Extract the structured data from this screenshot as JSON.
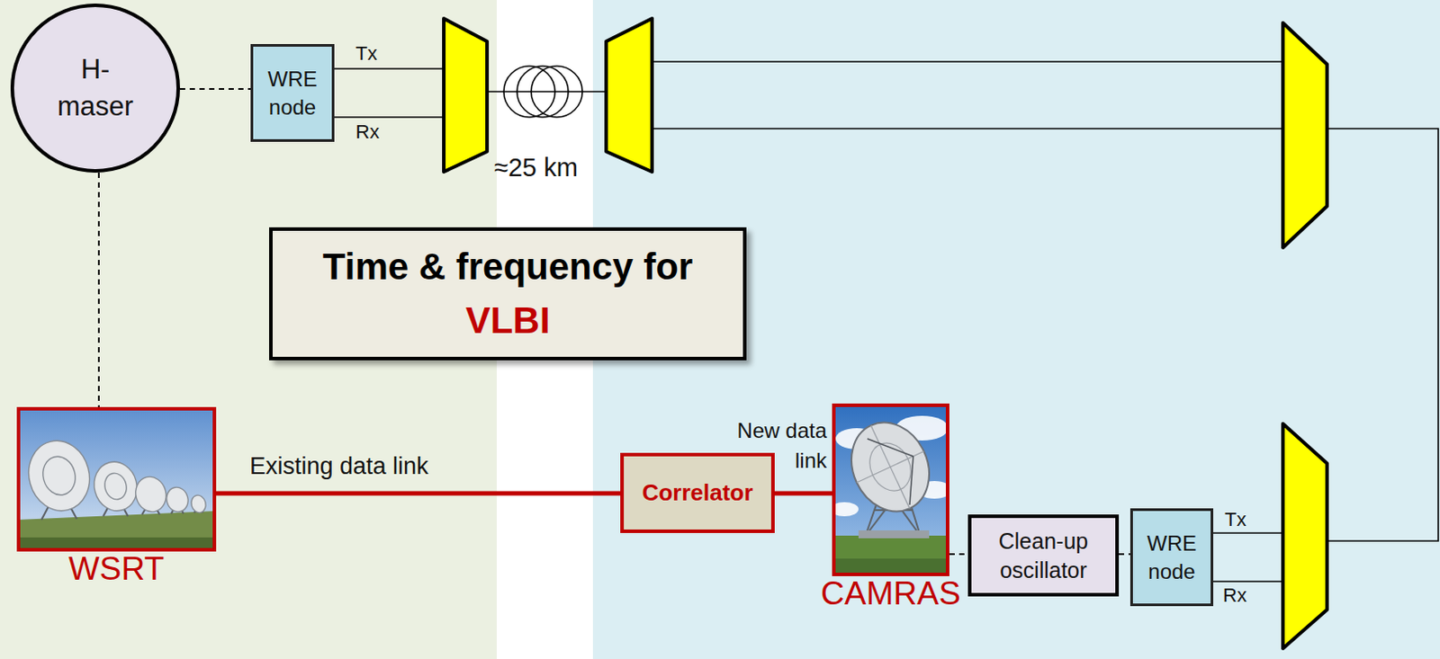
{
  "diagram": {
    "nodes": [
      {
        "text": [
          "H- maser"
        ]
      },
      {
        "text": [
          "WRE node"
        ]
      },
      {
        "text": [
          "Time & frequency for",
          "VLBI"
        ]
      },
      {
        "text": [
          "WSRT"
        ]
      },
      {
        "text": [
          "Correlator"
        ]
      },
      {
        "text": [
          "CAMRAS"
        ]
      },
      {
        "text": [
          "Clean-up oscillator"
        ]
      },
      {
        "text": [
          "WRE node"
        ]
      }
    ],
    "edges": [
      {
        "from": 0,
        "to": 1,
        "arrow": "none"
      },
      {
        "from": 0,
        "to": 3,
        "arrow": "none"
      },
      {
        "from": 3,
        "to": 4,
        "label": "Existing data link",
        "arrow": "none"
      },
      {
        "from": 4,
        "to": 5,
        "label": "New data link",
        "arrow": "none"
      },
      {
        "from": 5,
        "to": 6,
        "arrow": "none"
      },
      {
        "from": 6,
        "to": 7,
        "arrow": "none"
      }
    ],
    "labels": [
      "Tx",
      "Rx",
      "≈25 km",
      "Tx",
      "Rx"
    ]
  }
}
